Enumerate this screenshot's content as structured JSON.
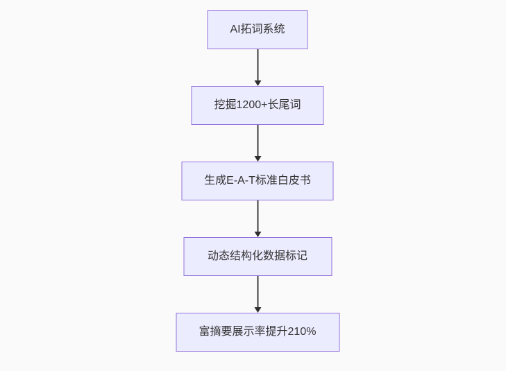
{
  "diagram": {
    "type": "flowchart",
    "direction": "top-down",
    "nodes": [
      {
        "id": "step1",
        "label": "AI拓词系统"
      },
      {
        "id": "step2",
        "label": "挖掘1200+长尾词"
      },
      {
        "id": "step3",
        "label": "生成E-A-T标准白皮书"
      },
      {
        "id": "step4",
        "label": "动态结构化数据标记"
      },
      {
        "id": "step5",
        "label": "富摘要展示率提升210%"
      }
    ],
    "edges": [
      {
        "from": "step1",
        "to": "step2"
      },
      {
        "from": "step2",
        "to": "step3"
      },
      {
        "from": "step3",
        "to": "step4"
      },
      {
        "from": "step4",
        "to": "step5"
      }
    ],
    "colors": {
      "background": "#fafafa",
      "node_fill": "#ECECFF",
      "node_border": "#9370DB",
      "node_text": "#333333",
      "edge_line": "#333333"
    }
  }
}
